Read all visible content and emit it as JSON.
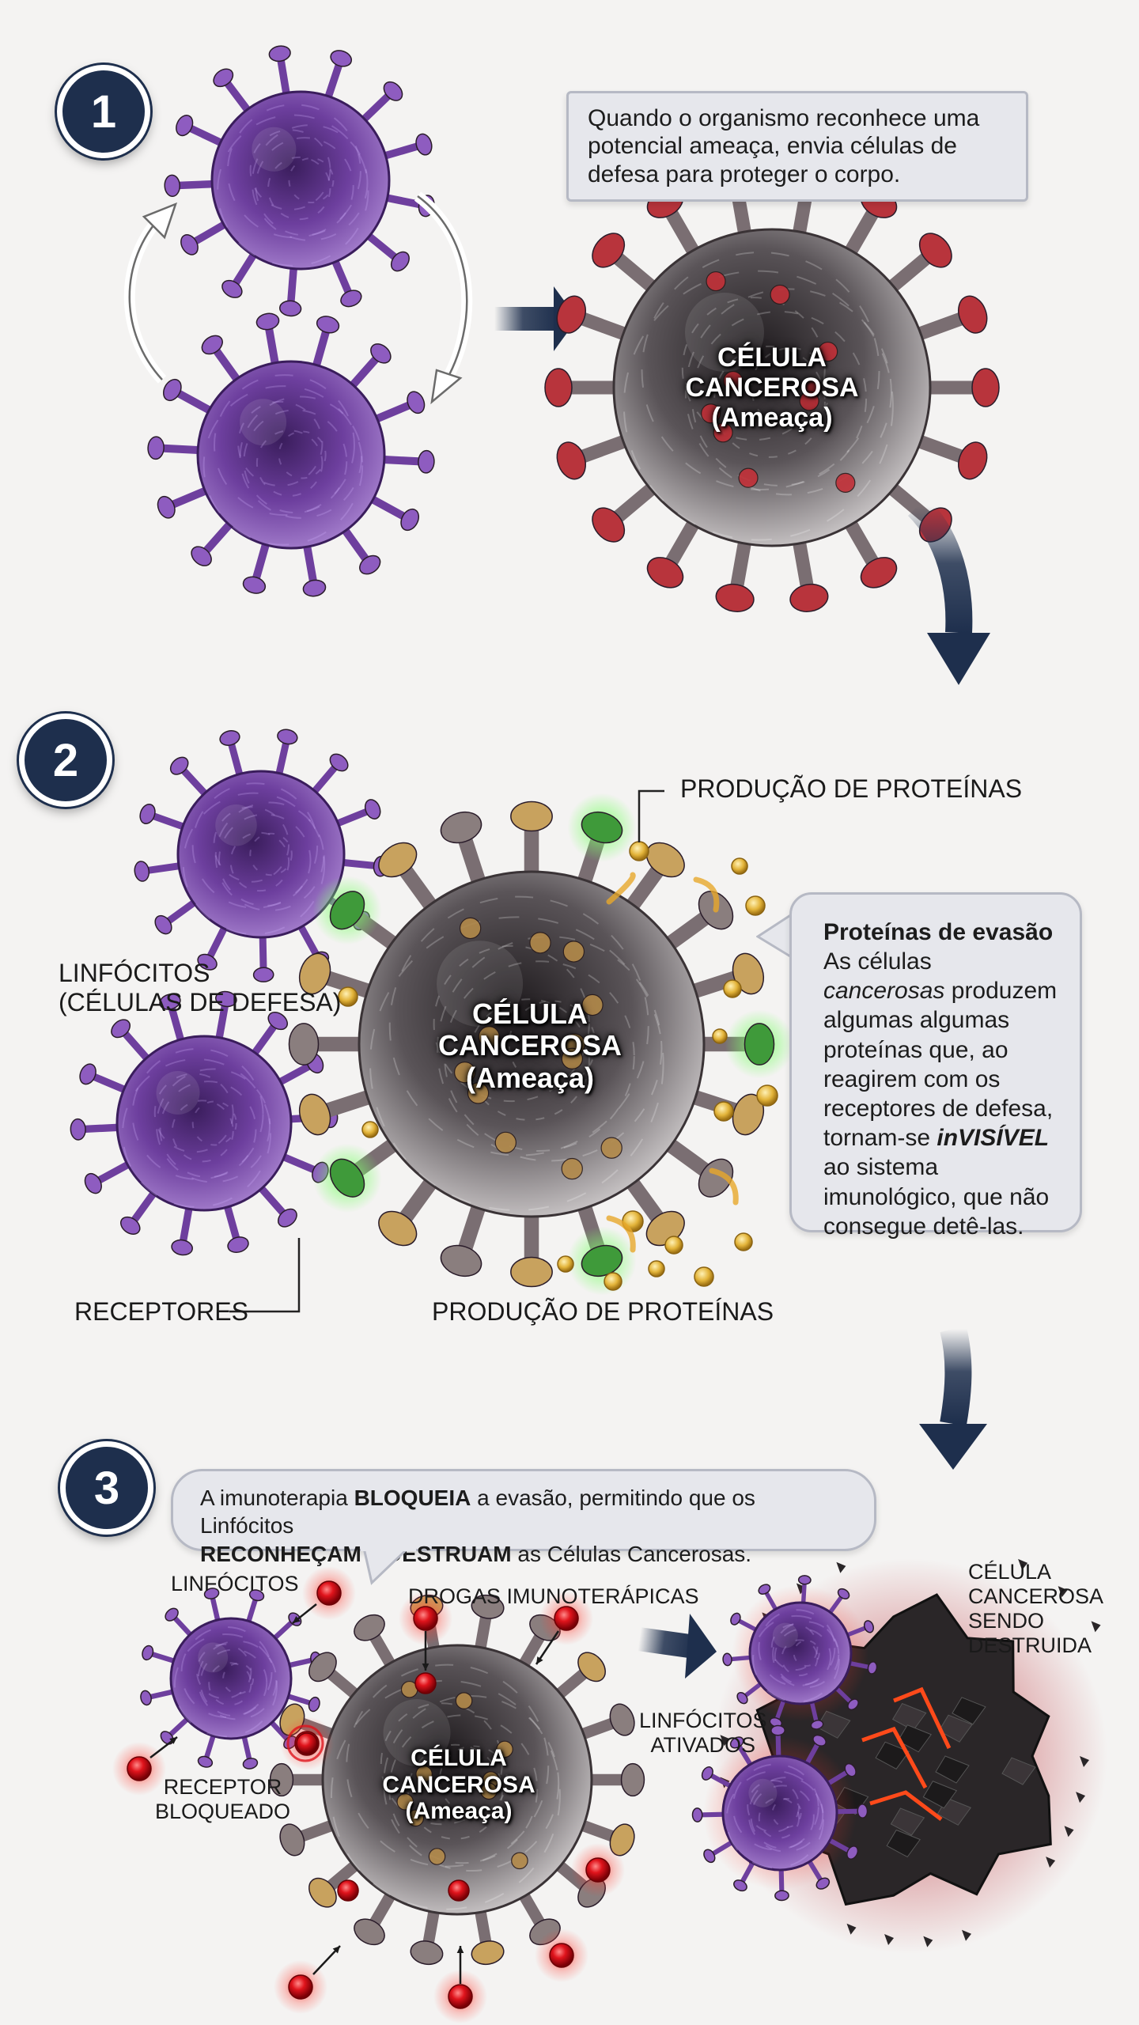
{
  "steps": [
    {
      "number": "1"
    },
    {
      "number": "2"
    },
    {
      "number": "3"
    }
  ],
  "section1": {
    "callout": "Quando o organismo reconhece uma potencial ameaça, envia células de defesa para proteger o corpo.",
    "cell": {
      "line1": "CÉLULA",
      "line2": "CANCEROSA",
      "line3": "(Ameaça)"
    }
  },
  "section2": {
    "label_proteins_top": "PRODUÇÃO DE PROTEÍNAS",
    "label_proteins_bottom": "PRODUÇÃO DE PROTEÍNAS",
    "label_lymphocytes_1": "LINFÓCITOS",
    "label_lymphocytes_2": "(CÉLULAS DE DEFESA)",
    "label_receptors": "RECEPTORES",
    "cell": {
      "line1": "CÉLULA",
      "line2": "CANCEROSA",
      "line3": "(Ameaça)"
    },
    "callout": {
      "title": "Proteínas de evasão",
      "t1": "As células ",
      "t1_italic": "cancerosas",
      "t2": " produzem algumas algumas proteínas que, ao reagirem com os receptores de defesa, tornam-se ",
      "t2_bold": "inVISÍVEL",
      "t3": " ao sistema imunológico, que não consegue detê-las."
    }
  },
  "section3": {
    "callout": {
      "p1": "A imunoterapia ",
      "b1": "BLOQUEIA",
      "p2": " a evasão, permitindo que os Linfócitos ",
      "b2": "RECONHEÇAM",
      "p3": " e ",
      "b3": "DESTRUAM",
      "p4": " as Células Cancerosas."
    },
    "label_lymphocytes": "LINFÓCITOS",
    "label_drugs": "DROGAS IMUNOTERÁPICAS",
    "label_receptor_1": "RECEPTOR",
    "label_receptor_2": "BLOQUEADO",
    "label_activated_1": "LINFÓCITOS",
    "label_activated_2": "ATIVADOS",
    "label_destroyed_1": "CÉLULA",
    "label_destroyed_2": "CANCEROSA",
    "label_destroyed_3": "SENDO",
    "label_destroyed_4": "DESTRUIDA",
    "cell": {
      "line1": "CÉLULA",
      "line2": "CANCEROSA",
      "line3": "(Ameaça)"
    }
  },
  "colors": {
    "navy": "#1e2f4d",
    "lymphocyte": "#6b3d99",
    "cancer_body": "#6a6467",
    "cancer_spike": "#b8343c",
    "evasion_protein": "#3f9a3a",
    "protein_yellow": "#e3b43a",
    "drug_red": "#d4141e"
  }
}
